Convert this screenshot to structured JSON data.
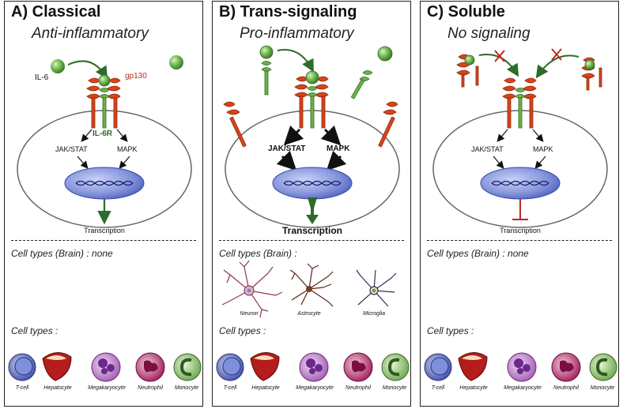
{
  "panels": [
    {
      "title": "A) Classical",
      "subtitle": "Anti-inflammatory",
      "il6_label": "IL-6",
      "gp130_label": "gp130",
      "il6r_label": "IL-6R",
      "jak_label": "JAK/STAT",
      "mapk_label": "MAPK",
      "transcription_label": "Transcription",
      "brain_line": "Cell types (Brain) : none",
      "cell_types_line": "Cell types :"
    },
    {
      "title": "B) Trans-signaling",
      "subtitle": "Pro-inflammatory",
      "jak_label": "JAK/STAT",
      "mapk_label": "MAPK",
      "transcription_label": "Transcription",
      "brain_line": "Cell types (Brain) :",
      "brain_cells": [
        "Neuron",
        "Astrocyte",
        "Microglia"
      ],
      "cell_types_line": "Cell types :"
    },
    {
      "title": "C) Soluble",
      "subtitle": "No signaling",
      "jak_label": "JAK/STAT",
      "mapk_label": "MAPK",
      "transcription_label": "Transcription",
      "brain_line": "Cell types (Brain) : none",
      "cell_types_line": "Cell types :"
    }
  ],
  "cell_names": [
    "T-cell",
    "Hepatocyte",
    "Megakaryocyte",
    "Neutrophil",
    "Monocyte"
  ],
  "colors": {
    "receptor": "#d9431a",
    "il6": "#6bb24a",
    "arrow_green": "#2d6b2a",
    "inhibit_red": "#c0271f",
    "nucleus": "#6f82d4"
  }
}
